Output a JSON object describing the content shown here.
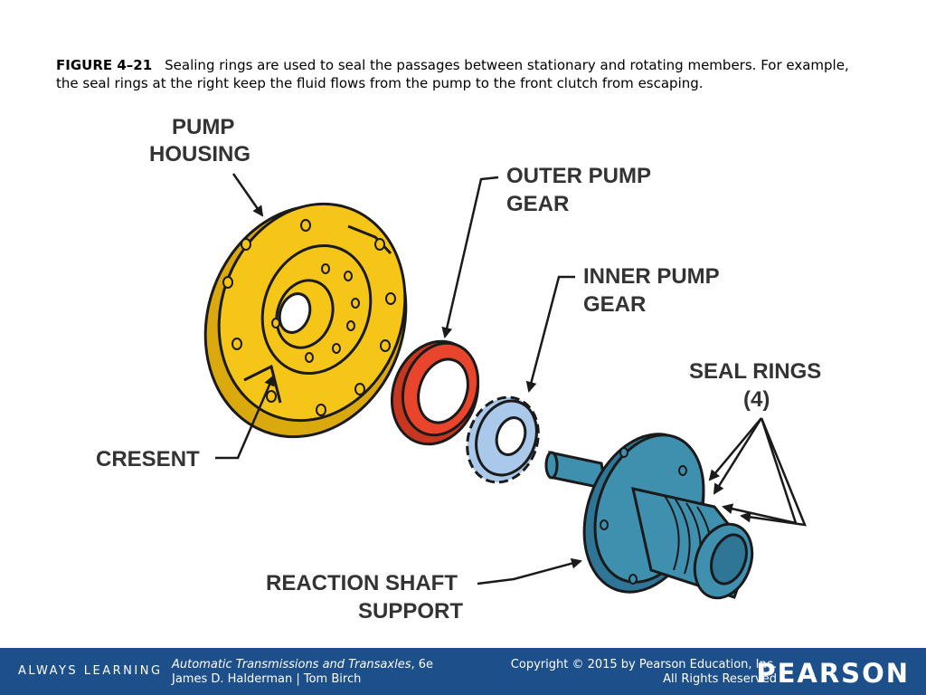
{
  "caption": {
    "figure_label": "FIGURE 4–21",
    "text": "Sealing rings are used to seal the passages between stationary and rotating members. For example, the seal rings at the right keep the fluid flows from the pump to the front clutch from escaping."
  },
  "diagram": {
    "labels": {
      "pump_housing_1": "PUMP",
      "pump_housing_2": "HOUSING",
      "outer_gear_1": "OUTER PUMP",
      "outer_gear_2": "GEAR",
      "inner_gear_1": "INNER PUMP",
      "inner_gear_2": "GEAR",
      "seal_rings_1": "SEAL RINGS",
      "seal_rings_2": "(4)",
      "cresent": "CRESENT",
      "reaction_1": "REACTION SHAFT",
      "reaction_2": "SUPPORT"
    },
    "colors": {
      "housing": "#f5c518",
      "outer_gear": "#e8452c",
      "inner_gear": "#a9c8ea",
      "shaft_support": "#3f8fae",
      "outline": "#1a1a1a"
    }
  },
  "footer": {
    "always_learning": "ALWAYS LEARNING",
    "book_title": "Automatic Transmissions and Transaxles",
    "edition": ", 6e",
    "authors": "James D. Halderman | Tom Birch",
    "copyright": "Copyright © 2015 by Pearson Education, Inc.",
    "rights": "All Rights Reserved",
    "brand": "PEARSON",
    "background_color": "#1d4f8a"
  }
}
